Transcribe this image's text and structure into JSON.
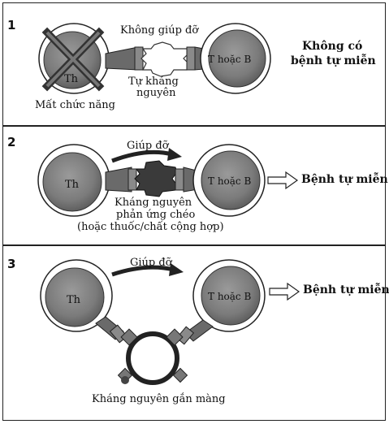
{
  "panel1": {
    "number": "1",
    "cell_left": "Th",
    "cell_right": "T hoặc B",
    "top_label": "Không giúp đỡ",
    "antigen_label_1": "Tự kháng",
    "antigen_label_2": "nguyên",
    "loss_label": "Mất chức năng",
    "result_1": "Không có",
    "result_2": "bệnh tự miễn"
  },
  "panel2": {
    "number": "2",
    "cell_left": "Th",
    "cell_right": "T hoặc B",
    "help_label": "Giúp đỡ",
    "antigen_label_1": "Kháng nguyên",
    "antigen_label_2": "phản ứng chéo",
    "antigen_label_3": "(hoặc thuốc/chất cộng hợp)",
    "result": "Bệnh tự miễn"
  },
  "panel3": {
    "number": "3",
    "cell_left": "Th",
    "cell_right": "T hoặc B",
    "help_label": "Giúp đỡ",
    "membrane_label": "Kháng nguyên gắn màng",
    "result": "Bệnh tự miễn"
  }
}
